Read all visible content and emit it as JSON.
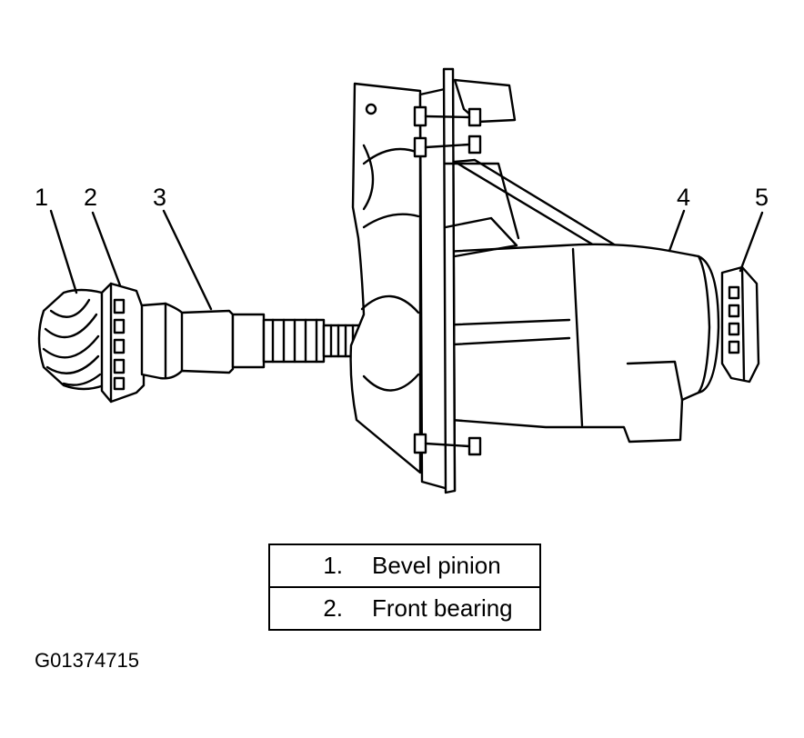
{
  "callouts": {
    "c1": "1",
    "c2": "2",
    "c3": "3",
    "c4": "4",
    "c5": "5"
  },
  "legend": [
    {
      "num": "1.",
      "text": "Bevel pinion"
    },
    {
      "num": "2.",
      "text": "Front bearing"
    }
  ],
  "figure_id": "G01374715"
}
